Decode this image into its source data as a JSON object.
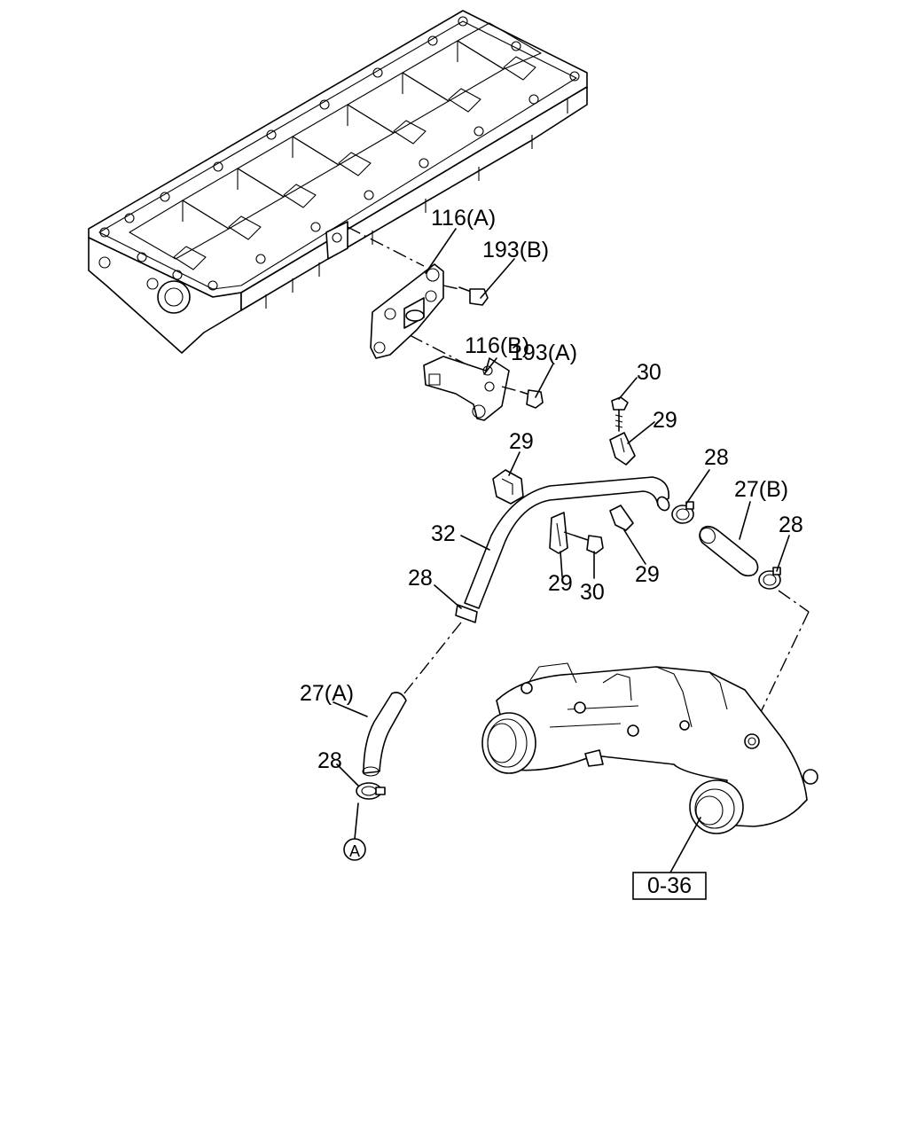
{
  "labels": {
    "bracket_a": "116(A)",
    "bolt_b": "193(B)",
    "bracket_b": "116(B)",
    "bolt_a": "193(A)",
    "bolt_top": "30",
    "clip_top": "29",
    "clip_left": "29",
    "clamp_upper_right": "28",
    "hose_b": "27(B)",
    "clamp_right": "28",
    "pipe": "32",
    "clamp_left": "28",
    "clip_lower": "29",
    "bolt_lower": "30",
    "clip_lower_right": "29",
    "hose_a": "27(A)",
    "clamp_bottom": "28",
    "ref_marker": "A",
    "ref_box": "0-36"
  }
}
